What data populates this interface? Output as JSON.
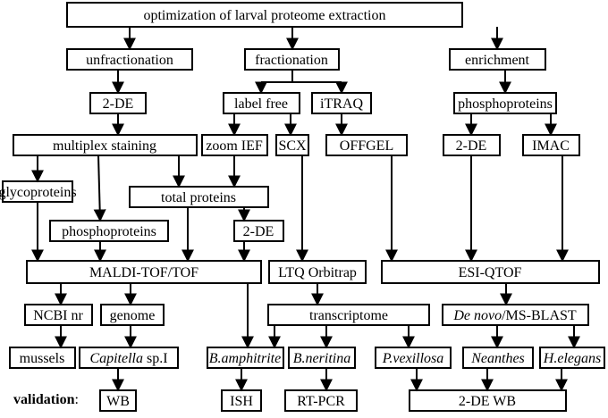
{
  "nodes": {
    "root": "optimization of larval proteome extraction",
    "unfractionation": "unfractionation",
    "fractionation": "fractionation",
    "enrichment": "enrichment",
    "unfrac_2de": "2-DE",
    "label_free": "label free",
    "itraq": "iTRAQ",
    "enrich_phospho": "phosphoproteins",
    "multiplex": "multiplex staining",
    "zoom_ief": "zoom IEF",
    "scx": "SCX",
    "offgel": "OFFGEL",
    "enrich_2de": "2-DE",
    "imac": "IMAC",
    "glyco": "glycoproteins",
    "total": "total proteins",
    "phospho_mid": "phosphoproteins",
    "total_2de": "2-DE",
    "maldi": "MALDI-TOF/TOF",
    "ltq": "LTQ Orbitrap",
    "esi": "ESI-QTOF",
    "ncbi": "NCBI nr",
    "genome": "genome",
    "transcriptome": "transcriptome",
    "denovo_italic": "De novo",
    "denovo_rest": "/MS-BLAST",
    "mussels": "mussels",
    "capitella_genus": "Capitella",
    "capitella_sp": " sp.I",
    "bamph": "B.amphitrite",
    "bnerit": "B.neritina",
    "pvex": "P.vexillosa",
    "neanthes": "Neanthes",
    "heleg": "H.elegans",
    "wb": "WB",
    "ish": "ISH",
    "rtpcr": "RT-PCR",
    "twode_wb": "2-DE WB"
  },
  "validation_label": "validation",
  "validation_colon": ":"
}
